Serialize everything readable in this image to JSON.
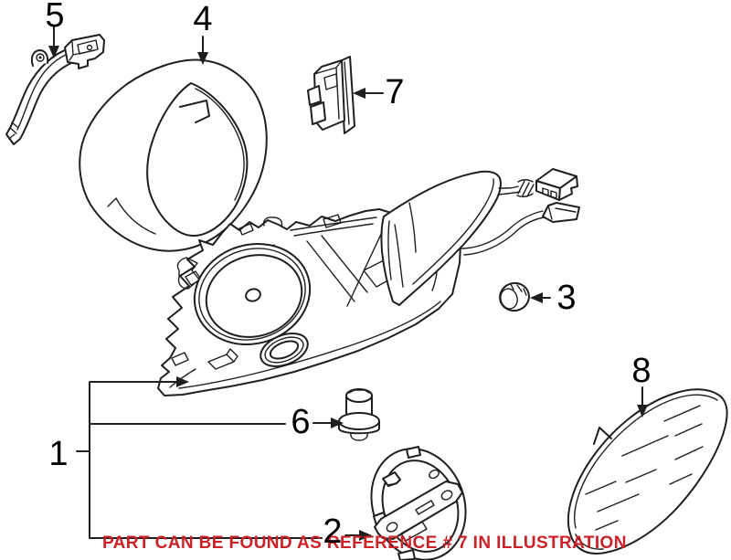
{
  "callouts": [
    {
      "label": "1"
    },
    {
      "label": "2"
    },
    {
      "label": "3"
    },
    {
      "label": "4"
    },
    {
      "label": "5"
    },
    {
      "label": "6"
    },
    {
      "label": "7"
    },
    {
      "label": "8"
    }
  ],
  "note": {
    "text": "PART CAN BE FOUND AS REFERENCE # 7 IN ILLUSTRATION"
  },
  "colors": {
    "line": "#1f1f1f",
    "label": "#000000",
    "note_red": "#cc2127",
    "background": "#ffffff"
  }
}
